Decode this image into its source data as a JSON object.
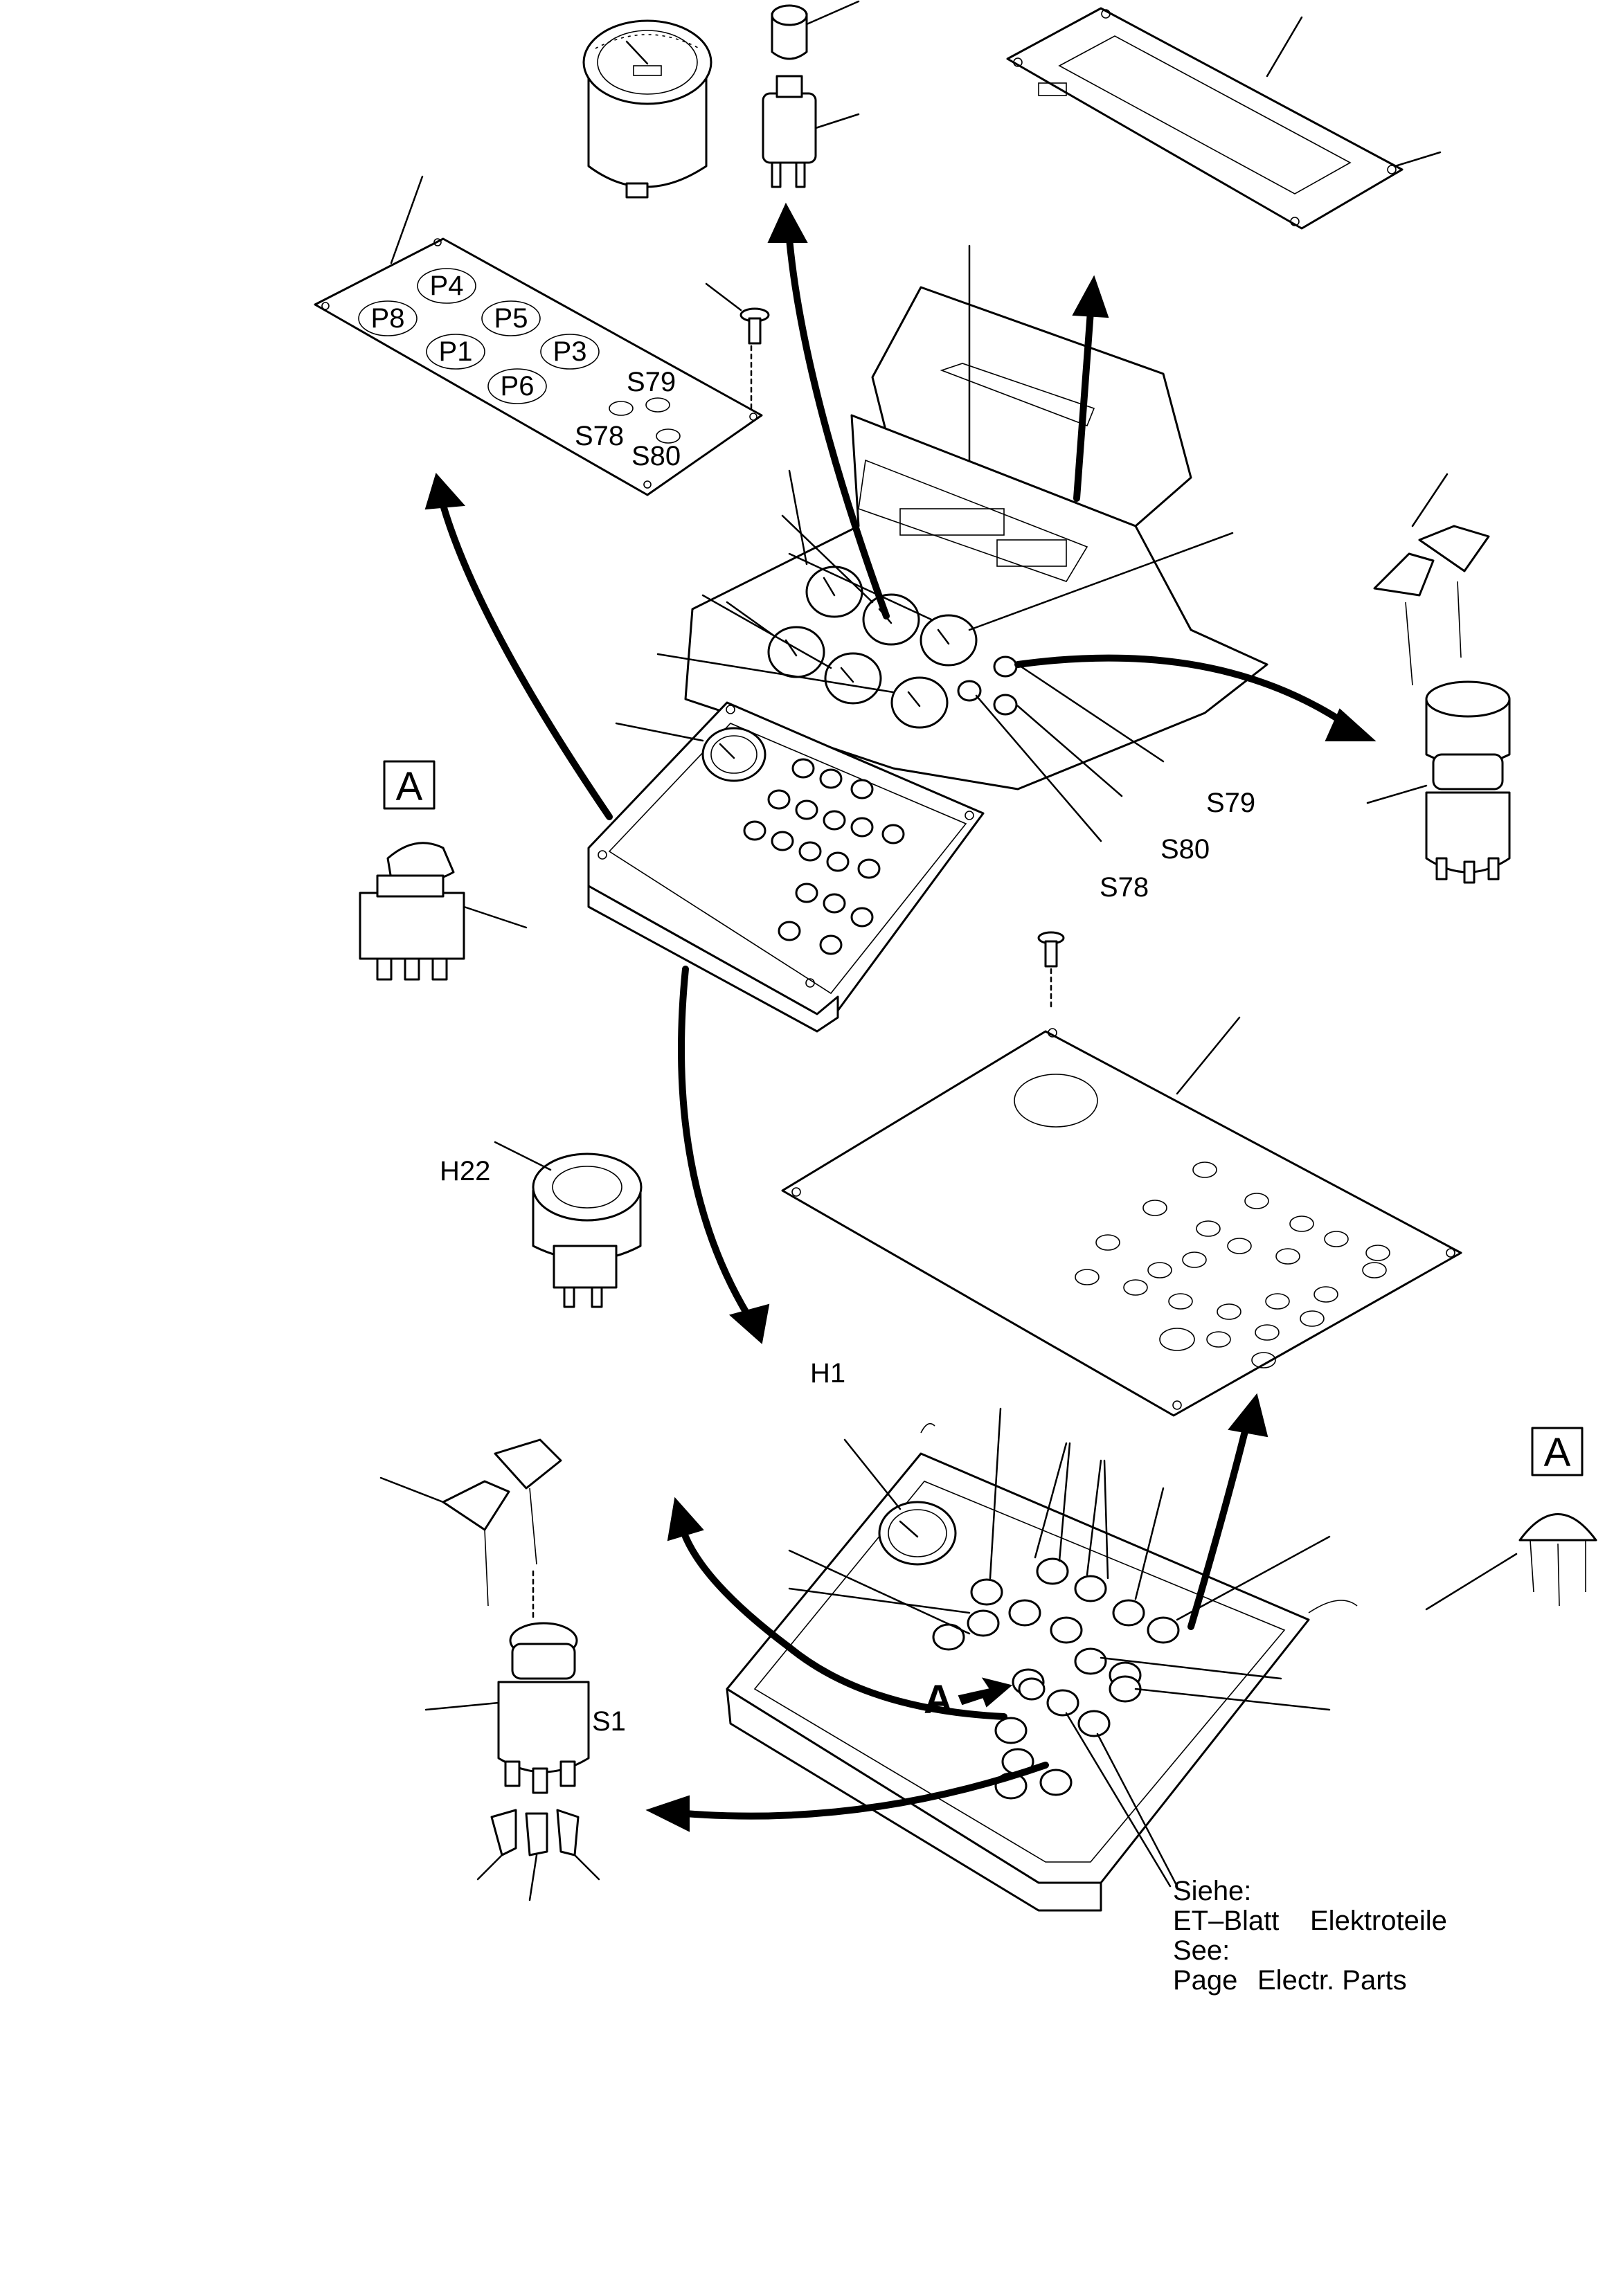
{
  "figure": {
    "panel_labels": [
      "P4",
      "P8",
      "P5",
      "P1",
      "P3",
      "P6"
    ],
    "switch_labels": {
      "s79": "S79",
      "s78": "S78",
      "s80": "S80"
    },
    "part_labels": {
      "h22": "H22",
      "h1": "H1",
      "s1": "S1",
      "a_box": "A",
      "a_arrow": "A"
    },
    "note": {
      "line1": "Siehe:",
      "line2_left": "ET–Blatt",
      "line2_right": "Elektroteile",
      "line3": "See:",
      "line4_left": "Page",
      "line4_right": "Electr. Parts"
    }
  }
}
